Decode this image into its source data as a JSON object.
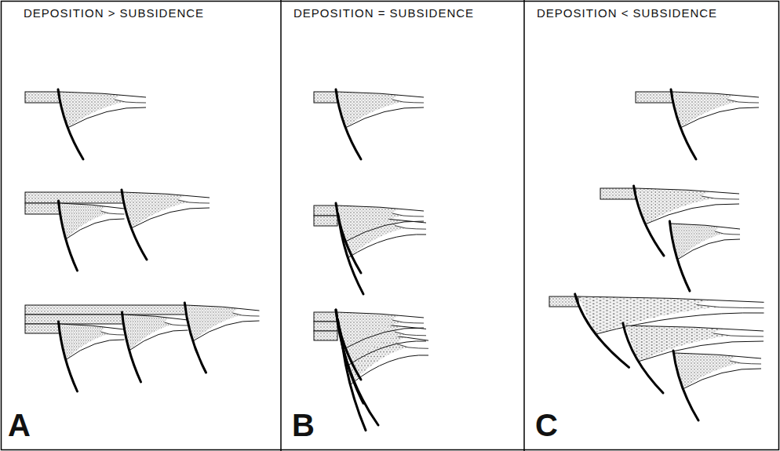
{
  "diagram": {
    "labels": [
      "DEPOSITION > SUBSIDENCE",
      "DEPOSITION = SUBSIDENCE",
      "DEPOSITION < SUBSIDENCE",
      "A",
      "B",
      "C"
    ]
  }
}
